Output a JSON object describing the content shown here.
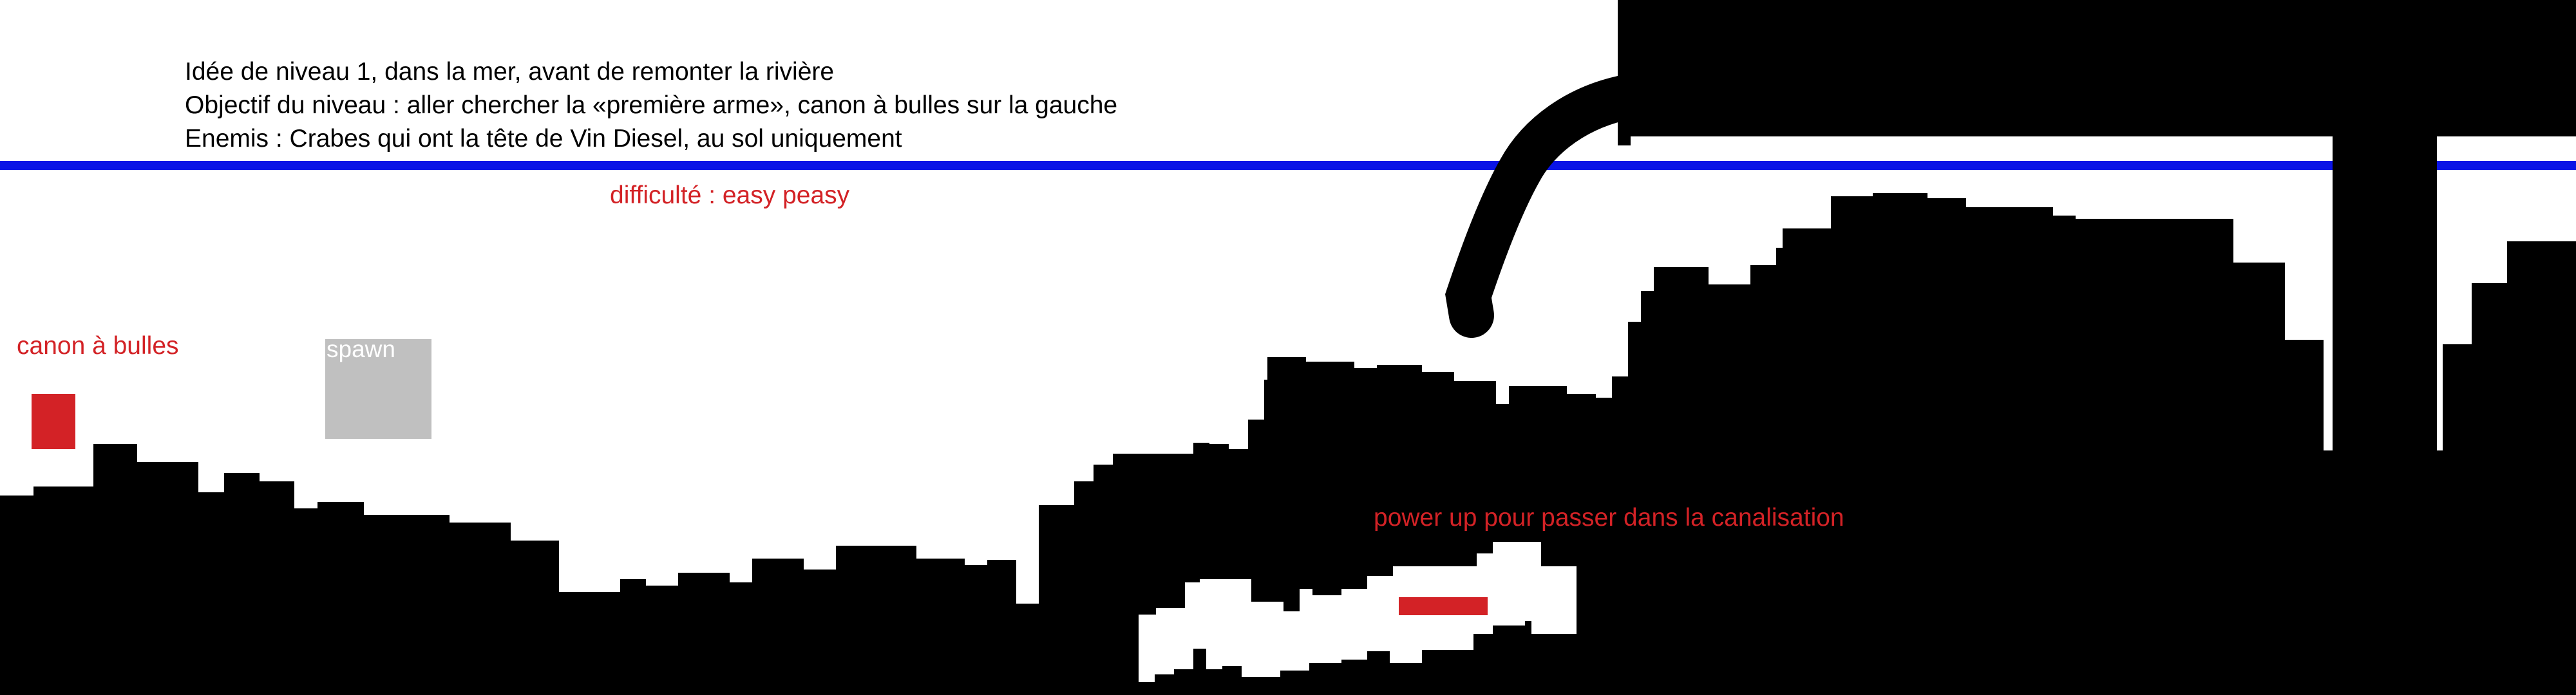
{
  "notes": {
    "line1": "Idée de niveau 1, dans la mer, avant de remonter la rivière",
    "line2": "Objectif du niveau : aller chercher la «première arme», canon à bulles sur la gauche",
    "line3": "Enemis : Crabes qui ont la tête de Vin Diesel, au sol uniquement"
  },
  "labels": {
    "difficulty": "difficulté : easy peasy",
    "bubble_cannon": "canon à bulles",
    "spawn": "spawn",
    "power_up": "power up pour passer dans la canalisation"
  },
  "colors": {
    "background": "#ffffff",
    "terrain": "#000000",
    "water_line": "#0a14e6",
    "item_red": "#d32226",
    "spawn_gray": "#c0c0c0"
  }
}
